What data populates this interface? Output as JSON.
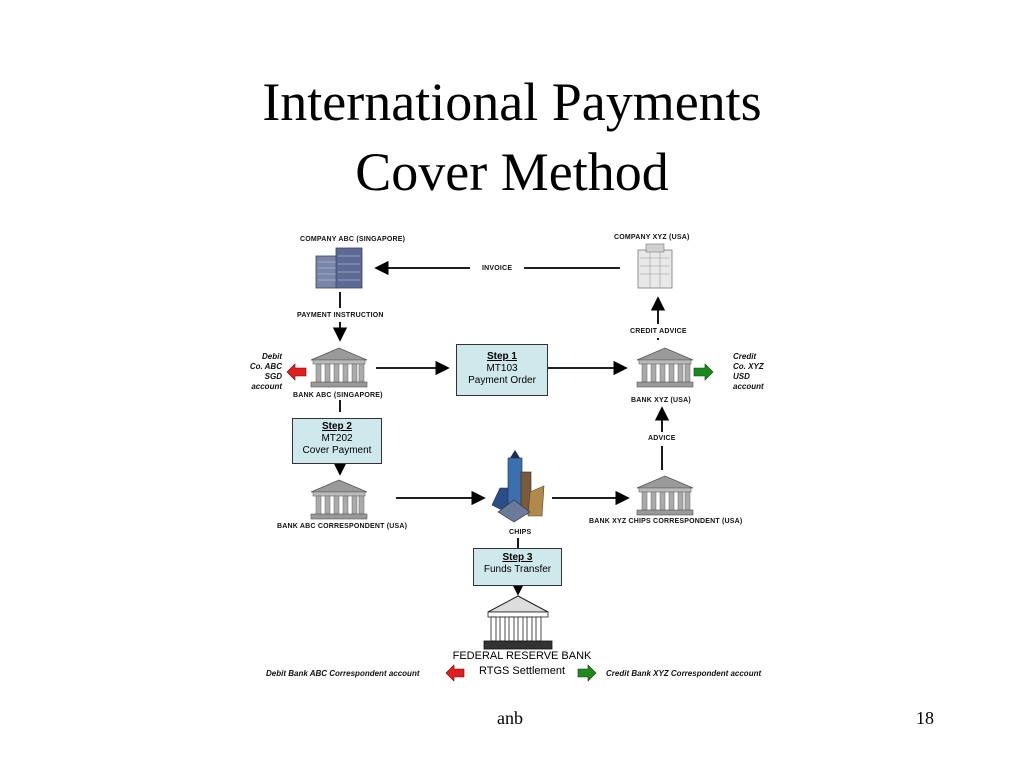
{
  "slide": {
    "title_line1": "International Payments",
    "title_line2": "Cover Method",
    "footer_left": "anb",
    "page_number": "18"
  },
  "diagram": {
    "company_abc": "COMPANY ABC (SINGAPORE)",
    "company_xyz": "COMPANY XYZ (USA)",
    "invoice": "INVOICE",
    "payment_instruction": "PAYMENT INSTRUCTION",
    "credit_advice": "CREDIT ADVICE",
    "bank_abc": "BANK ABC  (SINGAPORE)",
    "bank_xyz": "BANK XYZ  (USA)",
    "advice": "ADVICE",
    "bank_abc_corr": "BANK ABC  CORRESPONDENT (USA)",
    "bank_xyz_corr": "BANK XYZ  CHIPS CORRESPONDENT (USA)",
    "chips": "CHIPS",
    "debit_left": [
      "Debit",
      "Co. ABC",
      "SGD",
      "account"
    ],
    "credit_right": [
      "Credit",
      "Co. XYZ",
      "USD",
      "account"
    ],
    "step1": {
      "heading": "Step 1",
      "line1": "MT103",
      "line2": "Payment Order"
    },
    "step2": {
      "heading": "Step 2",
      "line1": "MT202",
      "line2": "Cover Payment"
    },
    "step3": {
      "heading": "Step 3",
      "line1": "Funds Transfer"
    },
    "fed_line1": "FEDERAL RESERVE BANK",
    "fed_line2": "RTGS Settlement",
    "debit_bottom": "Debit  Bank ABC Correspondent  account",
    "credit_bottom": "Credit  Bank XYZ Correspondent account"
  },
  "colors": {
    "step_box": "#cfe8ec",
    "debit_arrow": "#e02020",
    "credit_arrow": "#1e8a1e"
  }
}
